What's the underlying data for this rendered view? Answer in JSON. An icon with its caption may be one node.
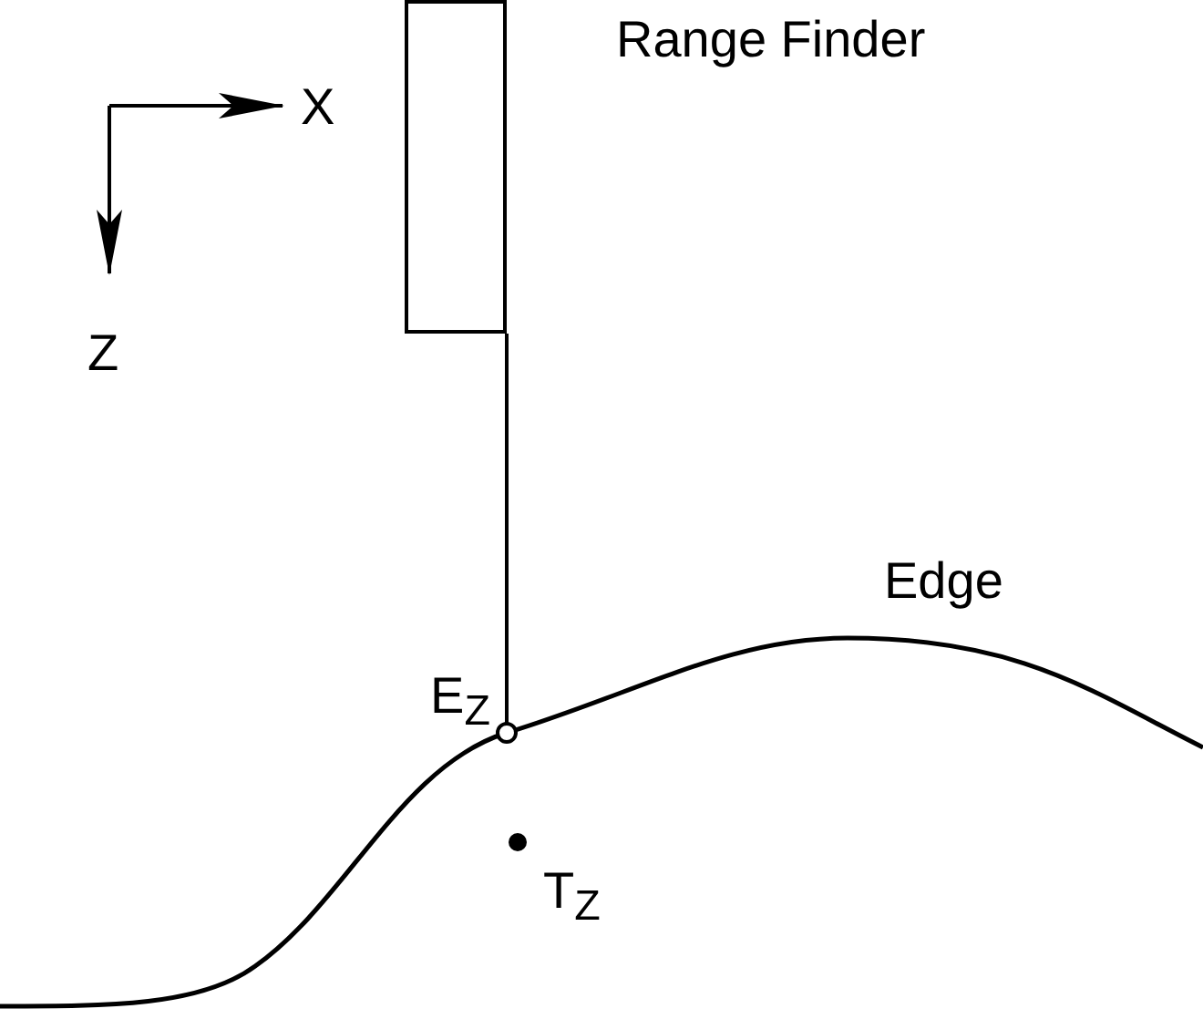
{
  "diagram": {
    "nodes": [
      {
        "text": [
          "Range Finder"
        ]
      },
      {
        "text": [],
        "shape": "circle",
        "beside": [
          "E$_{Z}$"
        ]
      }
    ],
    "edges": [
      {
        "from": 0,
        "to": 1,
        "arrow": "none"
      }
    ],
    "labels": [
      "X",
      "Z",
      "Edge",
      "T$_{Z}$"
    ]
  }
}
